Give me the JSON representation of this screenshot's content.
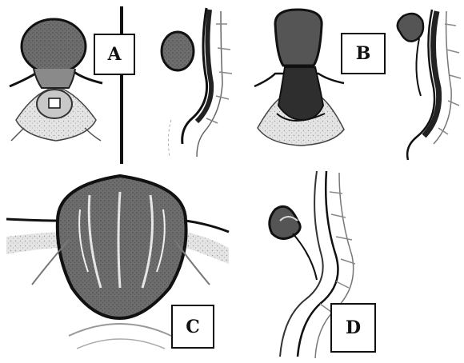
{
  "panels": [
    {
      "id": "A",
      "label": "A"
    },
    {
      "id": "B",
      "label": "B"
    },
    {
      "id": "C",
      "label": "C"
    },
    {
      "id": "D",
      "label": "D"
    }
  ],
  "colors": {
    "ink": "#1a1a1a",
    "cord_fill": "#3c3c3c",
    "sac_fill": "#7a7a7a",
    "tissue_fill": "#d9d9d9",
    "background": "#ffffff"
  }
}
